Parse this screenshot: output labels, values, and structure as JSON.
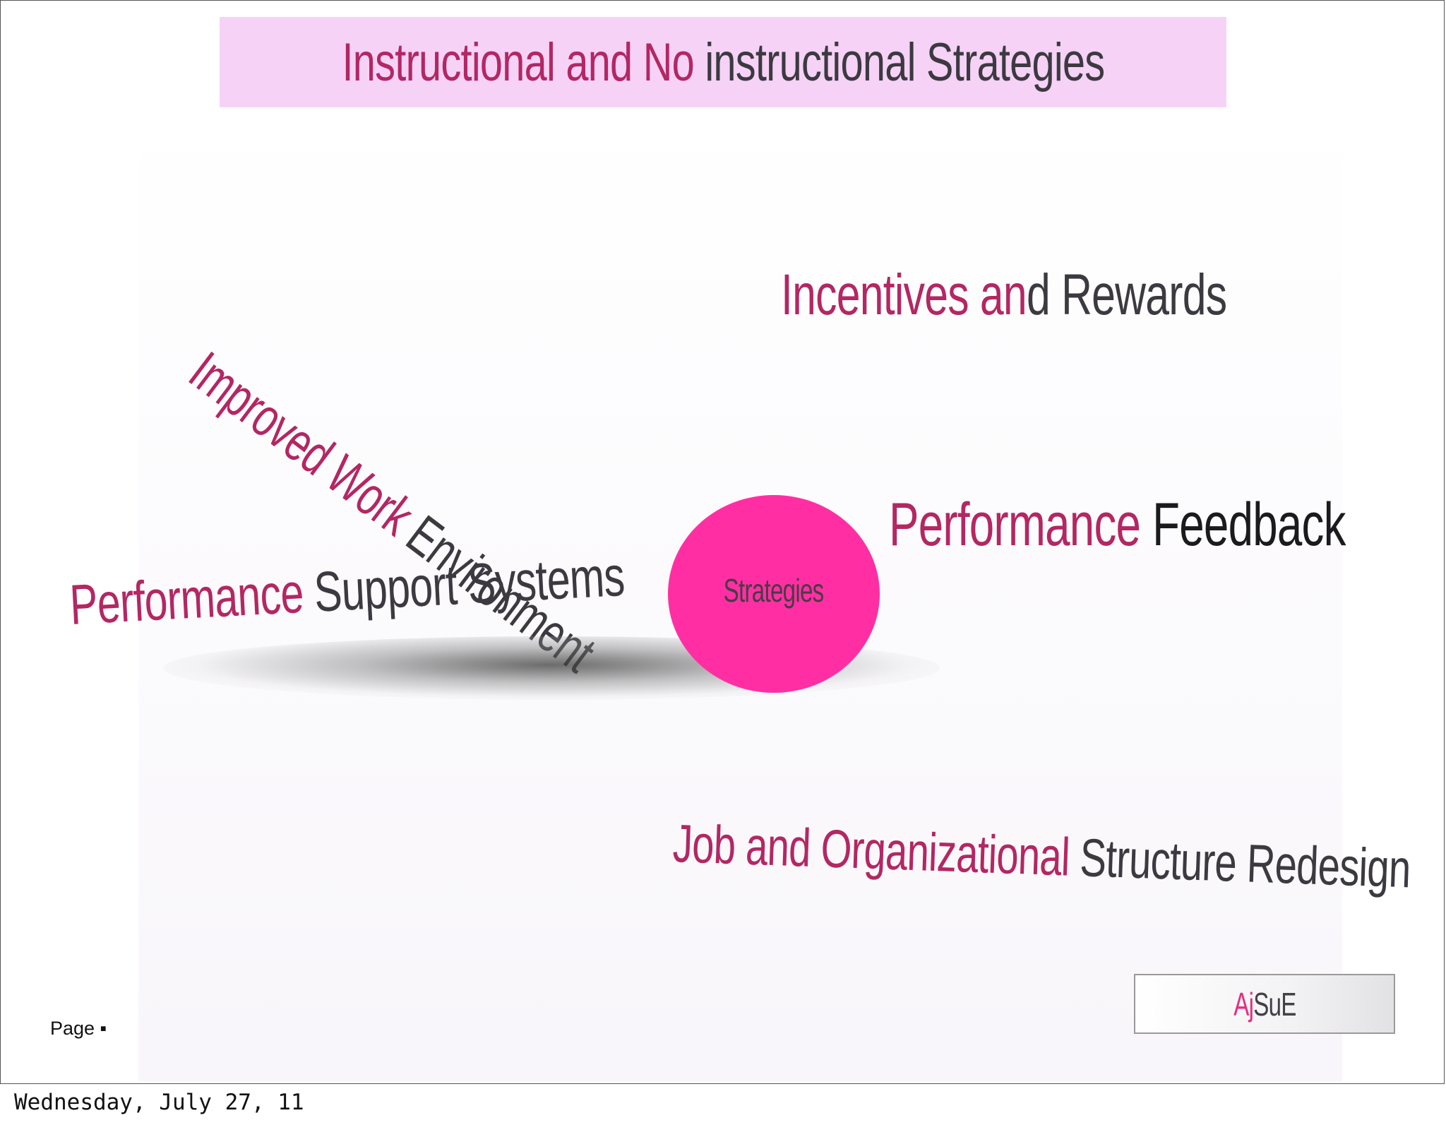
{
  "title": {
    "part1": "Instructional and No",
    "part2": " instructional Strategies"
  },
  "center": {
    "label": "Strategies",
    "color": "#ff2fa3"
  },
  "items": {
    "improved_work": {
      "part1": "Improved Work",
      "part2": " Environment"
    },
    "incentives": {
      "part1": "Incentives an",
      "part2": "d Rewards"
    },
    "feedback": {
      "part1": "Performance",
      "part2": " Feedback"
    },
    "support": {
      "part1": "Performance",
      "part2": " Support Systems"
    },
    "job": {
      "part1": "Job and Organizational",
      "part2": " Structure Redesign"
    }
  },
  "logo": {
    "part1": "Aj",
    "part2": "SuE"
  },
  "footer": {
    "page_label": "Page ▪",
    "date": "Wednesday, July 27, 11"
  },
  "colors": {
    "accent_pink": "#b32763",
    "dark_text": "#3c3a40",
    "title_bg": "#f6d2f7"
  }
}
